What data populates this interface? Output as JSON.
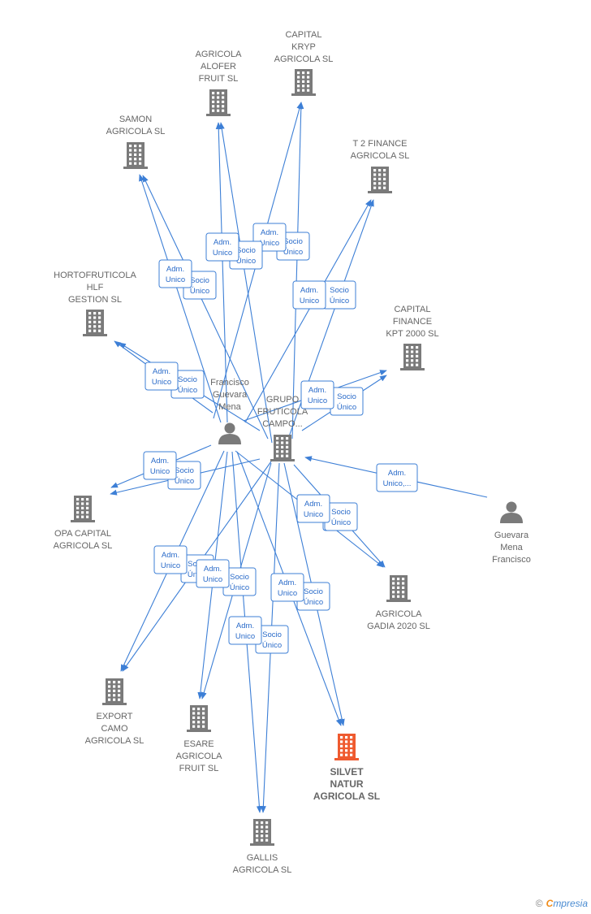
{
  "colors": {
    "edge": "#3d7fd6",
    "node": "#7a7a7a",
    "highlight": "#ef5a2f",
    "badge_border": "#3d7fd6",
    "badge_bg": "#ffffff",
    "label": "#666666"
  },
  "nodes": [
    {
      "id": "capital-kryp",
      "kind": "company",
      "lines": [
        "CAPITAL",
        "KRYP",
        "AGRICOLA  SL"
      ]
    },
    {
      "id": "agricola-alofer",
      "kind": "company",
      "lines": [
        "AGRICOLA",
        "ALOFER",
        "FRUIT  SL"
      ]
    },
    {
      "id": "samon",
      "kind": "company",
      "lines": [
        "SAMON",
        "AGRICOLA  SL"
      ]
    },
    {
      "id": "t2-finance",
      "kind": "company",
      "lines": [
        "T 2 FINANCE",
        "AGRICOLA  SL"
      ]
    },
    {
      "id": "hortofruticola",
      "kind": "company",
      "lines": [
        "HORTOFRUTICOLA",
        "HLF",
        "GESTION  SL"
      ]
    },
    {
      "id": "capital-finance",
      "kind": "company",
      "lines": [
        "CAPITAL",
        "FINANCE",
        "KPT 2000  SL"
      ]
    },
    {
      "id": "francisco",
      "kind": "person",
      "lines": [
        "Francisco",
        "Guevara",
        "Mena"
      ]
    },
    {
      "id": "grupo",
      "kind": "company",
      "lines": [
        "GRUPO",
        "FRUTICOLA",
        "CAMPO..."
      ]
    },
    {
      "id": "opa-capital",
      "kind": "company",
      "lines": [
        "OPA CAPITAL",
        "AGRICOLA  SL"
      ]
    },
    {
      "id": "guevara-mena",
      "kind": "person",
      "lines": [
        "Guevara",
        "Mena",
        "Francisco"
      ]
    },
    {
      "id": "agricola-gadia",
      "kind": "company",
      "lines": [
        "AGRICOLA",
        "GADIA 2020  SL"
      ]
    },
    {
      "id": "export-camo",
      "kind": "company",
      "lines": [
        "EXPORT",
        "CAMO",
        "AGRICOLA  SL"
      ]
    },
    {
      "id": "esare",
      "kind": "company",
      "lines": [
        "ESARE",
        "AGRICOLA",
        "FRUIT  SL"
      ]
    },
    {
      "id": "silvet",
      "kind": "company",
      "highlight": true,
      "lines": [
        "SILVET",
        "NATUR",
        "AGRICOLA  SL"
      ]
    },
    {
      "id": "gallis",
      "kind": "company",
      "lines": [
        "GALLIS",
        "AGRICOLA  SL"
      ]
    }
  ],
  "badges": [
    {
      "lines": [
        "Socio",
        "Único"
      ]
    },
    {
      "lines": [
        "Adm.",
        "Unico"
      ]
    },
    {
      "lines": [
        "Socio",
        "Único"
      ]
    },
    {
      "lines": [
        "Adm.",
        "Unico"
      ]
    },
    {
      "lines": [
        "Socio",
        "Único"
      ]
    },
    {
      "lines": [
        "Adm.",
        "Unico"
      ]
    },
    {
      "lines": [
        "Socio",
        "Único"
      ]
    },
    {
      "lines": [
        "Adm.",
        "Unico"
      ]
    },
    {
      "lines": [
        "Socio",
        "Único"
      ]
    },
    {
      "lines": [
        "Adm.",
        "Unico"
      ]
    },
    {
      "lines": [
        "Socio",
        "Único"
      ]
    },
    {
      "lines": [
        "Adm.",
        "Unico"
      ]
    },
    {
      "lines": [
        "Socio",
        "Único"
      ]
    },
    {
      "lines": [
        "Adm.",
        "Unico"
      ]
    },
    {
      "lines": [
        "Adm.",
        "Unico,..."
      ]
    },
    {
      "lines": [
        "Socio",
        "Único"
      ]
    },
    {
      "lines": [
        "Adm.",
        "Unico"
      ]
    },
    {
      "lines": [
        "Socio",
        "Único"
      ]
    },
    {
      "lines": [
        "Adm.",
        "Unico"
      ]
    },
    {
      "lines": [
        "Socio",
        "Único"
      ]
    },
    {
      "lines": [
        "Adm.",
        "Unico"
      ]
    },
    {
      "lines": [
        "Socio",
        "Único"
      ]
    },
    {
      "lines": [
        "Adm.",
        "Unico"
      ]
    },
    {
      "lines": [
        "Socio",
        "Único"
      ]
    },
    {
      "lines": [
        "Adm.",
        "Unico"
      ]
    },
    {
      "lines": [
        "Socio",
        "Único"
      ]
    },
    {
      "lines": [
        "Adm.",
        "Unico"
      ]
    }
  ],
  "edges": [
    {
      "from": "francisco",
      "to": "capital-kryp"
    },
    {
      "from": "grupo",
      "to": "capital-kryp"
    },
    {
      "from": "francisco",
      "to": "agricola-alofer"
    },
    {
      "from": "grupo",
      "to": "agricola-alofer"
    },
    {
      "from": "francisco",
      "to": "samon"
    },
    {
      "from": "grupo",
      "to": "samon"
    },
    {
      "from": "francisco",
      "to": "t2-finance"
    },
    {
      "from": "grupo",
      "to": "t2-finance"
    },
    {
      "from": "francisco",
      "to": "hortofruticola"
    },
    {
      "from": "grupo",
      "to": "hortofruticola"
    },
    {
      "from": "francisco",
      "to": "capital-finance"
    },
    {
      "from": "grupo",
      "to": "capital-finance"
    },
    {
      "from": "francisco",
      "to": "opa-capital"
    },
    {
      "from": "grupo",
      "to": "opa-capital"
    },
    {
      "from": "guevara-mena",
      "to": "grupo"
    },
    {
      "from": "francisco",
      "to": "agricola-gadia"
    },
    {
      "from": "grupo",
      "to": "agricola-gadia"
    },
    {
      "from": "francisco",
      "to": "export-camo"
    },
    {
      "from": "grupo",
      "to": "export-camo"
    },
    {
      "from": "francisco",
      "to": "esare"
    },
    {
      "from": "grupo",
      "to": "esare"
    },
    {
      "from": "francisco",
      "to": "silvet"
    },
    {
      "from": "grupo",
      "to": "silvet"
    },
    {
      "from": "francisco",
      "to": "gallis"
    },
    {
      "from": "grupo",
      "to": "gallis"
    }
  ],
  "footer": {
    "copyright": "©",
    "brand_first": "C",
    "brand_rest": "mpresia"
  }
}
